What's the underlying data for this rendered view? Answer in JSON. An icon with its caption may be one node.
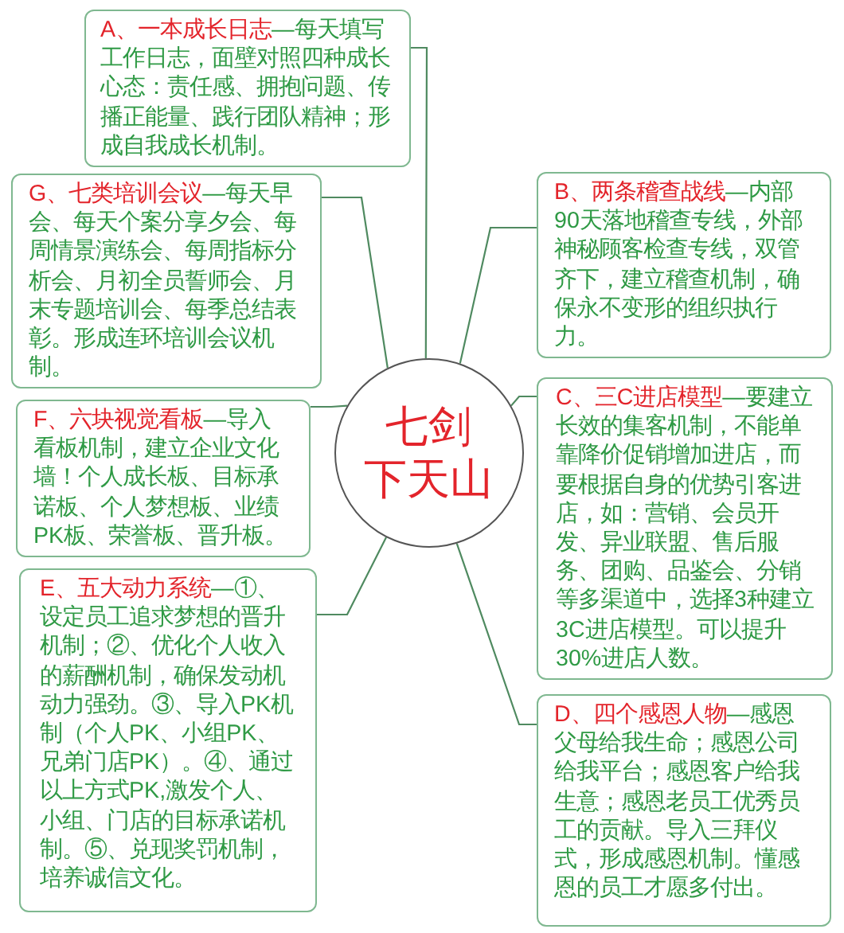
{
  "diagram": {
    "nodes": [
      {
        "text": [
          "七剑下天山"
        ]
      },
      {
        "text": [
          "A、一本成长日志",
          "—每天填写工作日志，面壁对照四种成长心态：责任感、拥抱问题、传播正能量、践行团队精神；形成自我成长机制。"
        ]
      },
      {
        "text": [
          "B、两条稽查战线",
          "—内部90天落地稽查专线，外部神秘顾客检查专线，双管齐下，建立稽查机制，确保永不变形的组织执行力。"
        ]
      },
      {
        "text": [
          "C、三C进店模型",
          "—要建立长效的集客机制，不能单靠降价促销增加进店，而要根据自身的优势引客进店，如：营销、会员开发、异业联盟、售后服务、团购、品鉴会、分销等多渠道中，选择3种建立3C进店模型。可以提升30%进店人数。"
        ]
      },
      {
        "text": [
          "D、四个感恩人物",
          "—感恩父母给我生命；感恩公司给我平台；感恩客户给我生意；感恩老员工优秀员工的贡献。导入三拜仪式，形成感恩机制。懂感恩的员工才愿多付出。"
        ]
      },
      {
        "text": [
          "E、五大动力系统",
          "—①、设定员工追求梦想的晋升机制；②、优化个人收入的薪酬机制，确保发动机动力强劲。③、导入PK机制（个人PK、小组PK、兄弟门店PK）。④、通过以上方式PK,激发个人、小组、门店的目标承诺机制。⑤、兑现奖罚机制，培养诚信文化。"
        ]
      },
      {
        "text": [
          "F、六块视觉看板",
          "—导入看板机制，建立企业文化墙！个人成长板、目标承诺板、个人梦想板、业绩PK板、荣誉板、晋升板。"
        ]
      },
      {
        "text": [
          "G、七类培训会议",
          "—每天早会、每天个案分享夕会、每周情景演练会、每周指标分析会、月初全员誓师会、月末专题培训会、每季总结表彰。形成连环培训会议机制。"
        ]
      }
    ],
    "edges": [
      {
        "from": 0,
        "to": 1,
        "arrow": "none"
      },
      {
        "from": 0,
        "to": 2,
        "arrow": "none"
      },
      {
        "from": 0,
        "to": 3,
        "arrow": "none"
      },
      {
        "from": 0,
        "to": 4,
        "arrow": "none"
      },
      {
        "from": 0,
        "to": 5,
        "arrow": "none"
      },
      {
        "from": 0,
        "to": 6,
        "arrow": "none"
      },
      {
        "from": 0,
        "to": 7,
        "arrow": "none"
      }
    ]
  }
}
